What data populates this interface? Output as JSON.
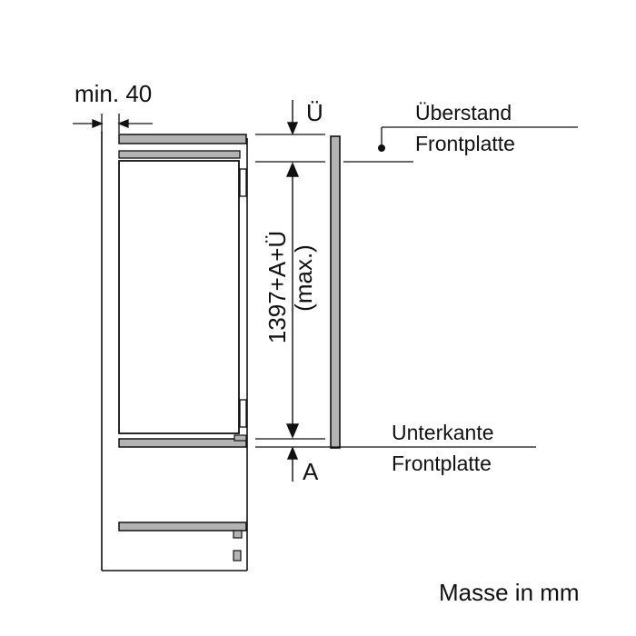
{
  "labels": {
    "min_gap": "min. 40",
    "top_marker": "Ü",
    "bottom_marker": "A",
    "overhang_line1": "Überstand",
    "overhang_line2": "Frontplatte",
    "lower_edge_line1": "Unterkante",
    "lower_edge_line2": "Frontplatte",
    "height_line1": "1397+A+Ü",
    "height_line2": "(max.)",
    "units_note": "Masse in mm"
  },
  "colors": {
    "stroke": "#111111",
    "panel_fill": "#b3b3b3",
    "background": "#ffffff"
  }
}
